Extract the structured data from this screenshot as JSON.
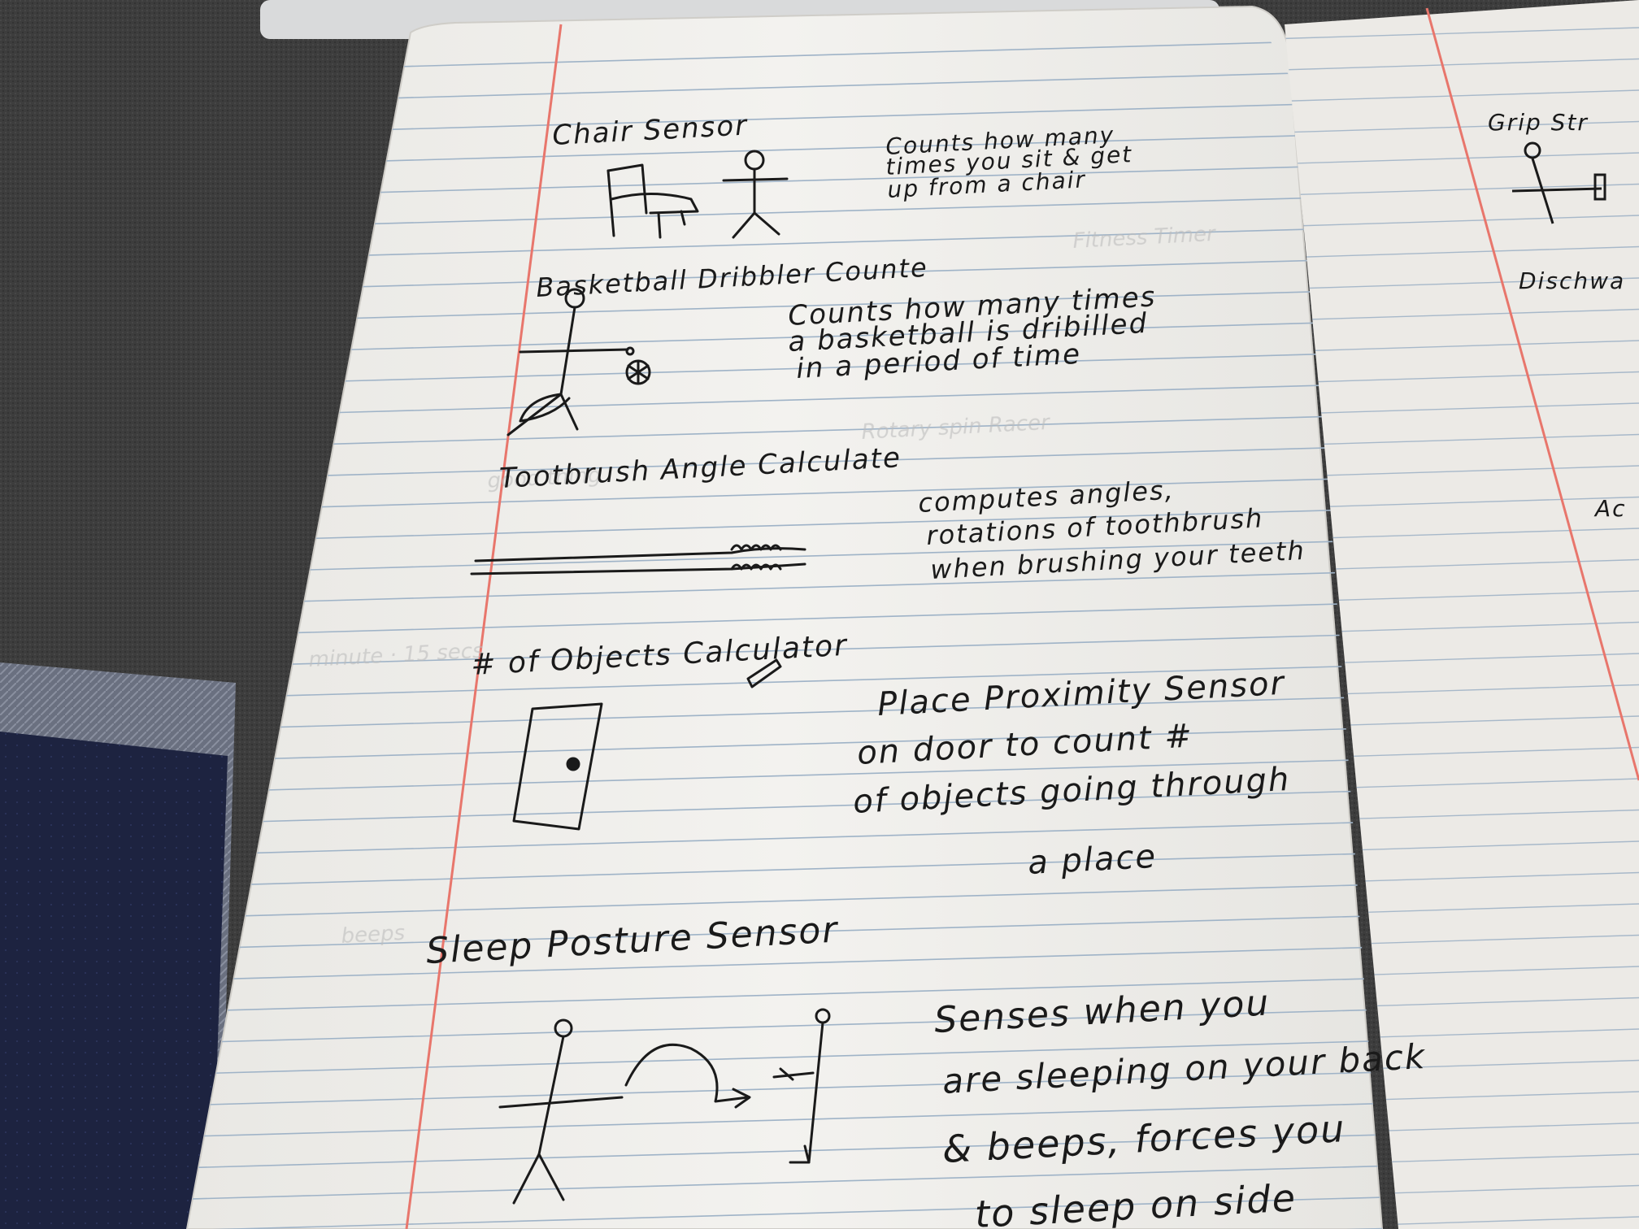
{
  "page": {
    "ideas": [
      {
        "title": "Chair Sensor",
        "description": [
          "Counts how many",
          "times you sit & get",
          "up from a chair"
        ]
      },
      {
        "title": "Basketball Dribbler Counte",
        "description": [
          "Counts how many times",
          "a basketball is dribilled",
          "in a period of time"
        ]
      },
      {
        "title": "Tootbrush Angle Calculate",
        "description": [
          "computes angles,",
          "rotations of toothbrush",
          "when brushing your teeth"
        ]
      },
      {
        "title": "# of Objects Calculator",
        "description": [
          "Place Proximity Sensor",
          "on door to count #",
          "of objects going through",
          "a place"
        ]
      },
      {
        "title": "Sleep Posture Sensor",
        "description": [
          "Senses when you",
          "are sleeping on your back",
          "& beeps, forces you",
          "to sleep on side"
        ]
      }
    ]
  },
  "right_page": {
    "fragments": [
      "Grip Str",
      "Dischwa",
      "Ac"
    ]
  },
  "colors": {
    "paper": "#f2f1ee",
    "rule_line": "#9fb3c7",
    "margin_line": "#e8766c",
    "ink": "#1a1a1a",
    "table": "#3a3a3a"
  }
}
